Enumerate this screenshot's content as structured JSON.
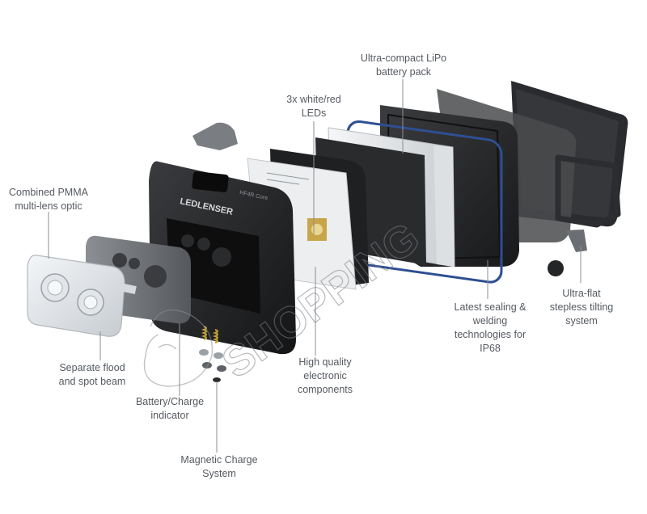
{
  "callouts": [
    {
      "id": "ultra-compact-lipo",
      "lines": [
        "Ultra-compact LiPo",
        "battery pack"
      ]
    },
    {
      "id": "white-red-leds",
      "lines": [
        "3x white/red",
        "LEDs"
      ]
    },
    {
      "id": "pmma-optic",
      "lines": [
        "Combined PMMA",
        "multi-lens optic"
      ]
    },
    {
      "id": "flood-spot-beam",
      "lines": [
        "Separate flood",
        "and spot beam"
      ]
    },
    {
      "id": "battery-charge-indicator",
      "lines": [
        "Battery/Charge",
        "indicator"
      ]
    },
    {
      "id": "magnetic-charge",
      "lines": [
        "Magnetic Charge",
        "System"
      ]
    },
    {
      "id": "electronic-components",
      "lines": [
        "High quality",
        "electronic",
        "components"
      ]
    },
    {
      "id": "sealing-welding",
      "lines": [
        "Latest sealing &",
        "welding",
        "technologies for",
        "IP68"
      ]
    },
    {
      "id": "tilting-system",
      "lines": [
        "Ultra-flat",
        "stepless tilting",
        "system"
      ]
    }
  ],
  "product": {
    "brand": "LEDLENSER",
    "model": "HF4R Core"
  },
  "watermark": {
    "text": "SHOPPING"
  },
  "colors": {
    "label_text": "#555a60",
    "leader_line": "#8a8f94",
    "housing_dark": "#1e1f21",
    "gasket_blue": "#2f4f93",
    "bezel_gray": "#6b6e72",
    "pcb_white": "#eceeef"
  }
}
